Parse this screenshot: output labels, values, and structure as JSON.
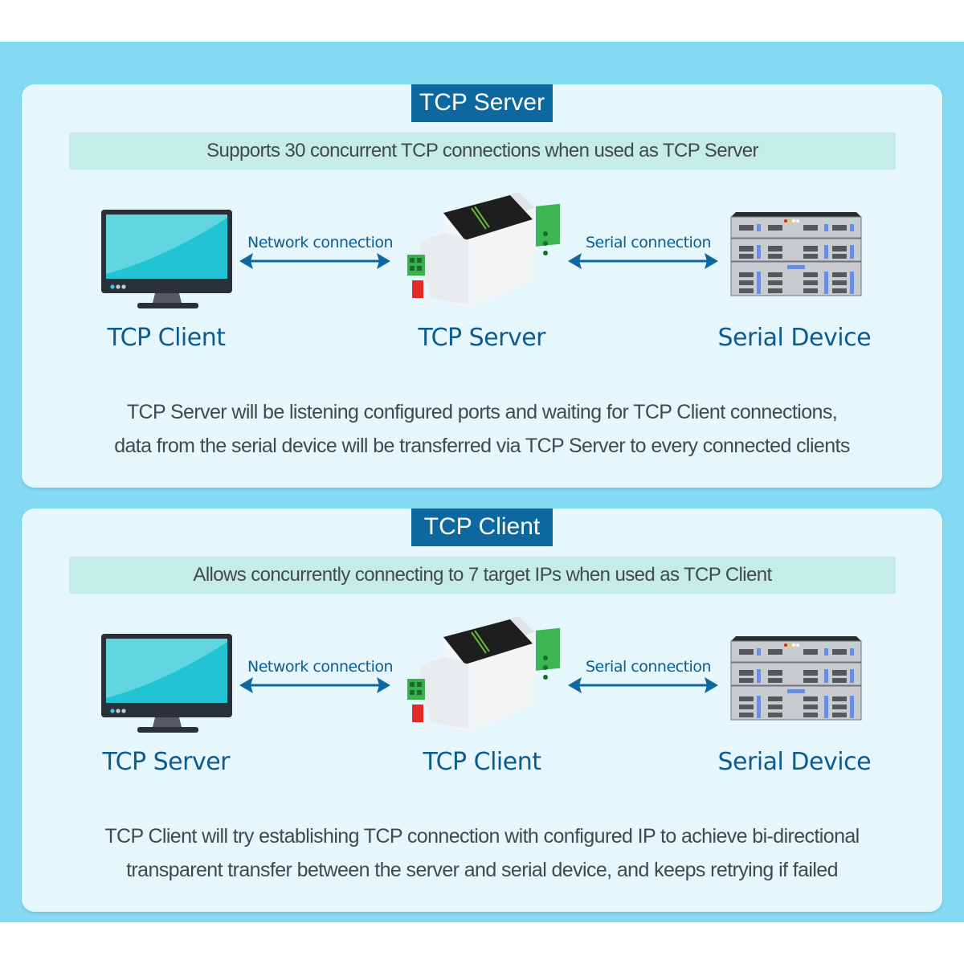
{
  "colors": {
    "background": "#84d9f3",
    "panel": "#e6f6fd",
    "title_bg": "#0d689f",
    "strip_bg": "#c5ede5",
    "accent_text": "#0b5d8f",
    "body_text": "#3f4a4d"
  },
  "sections": [
    {
      "title": "TCP Server",
      "subtitle": "Supports 30 concurrent TCP connections when used as TCP Server",
      "nodes": [
        {
          "label": "TCP Client",
          "icon": "monitor-icon"
        },
        {
          "label": "TCP Server",
          "icon": "din-rail-converter-icon"
        },
        {
          "label": "Serial Device",
          "icon": "server-rack-icon"
        }
      ],
      "connections": [
        {
          "label": "Network connection",
          "icon": "double-arrow-icon"
        },
        {
          "label": "Serial connection",
          "icon": "double-arrow-icon"
        }
      ],
      "description": [
        "TCP Server will be listening configured ports and waiting for TCP Client connections,",
        "data from the serial device will be transferred via TCP Server to every connected clients"
      ]
    },
    {
      "title": "TCP Client",
      "subtitle": "Allows concurrently connecting to 7 target IPs when used as TCP Client",
      "nodes": [
        {
          "label": "TCP Server",
          "icon": "monitor-icon"
        },
        {
          "label": "TCP Client",
          "icon": "din-rail-converter-icon"
        },
        {
          "label": "Serial Device",
          "icon": "server-rack-icon"
        }
      ],
      "connections": [
        {
          "label": "Network connection",
          "icon": "double-arrow-icon"
        },
        {
          "label": "Serial connection",
          "icon": "double-arrow-icon"
        }
      ],
      "description": [
        "TCP Client will try establishing TCP connection with configured IP to achieve bi-directional",
        "transparent transfer between the server and serial device, and keeps retrying if failed"
      ]
    }
  ]
}
